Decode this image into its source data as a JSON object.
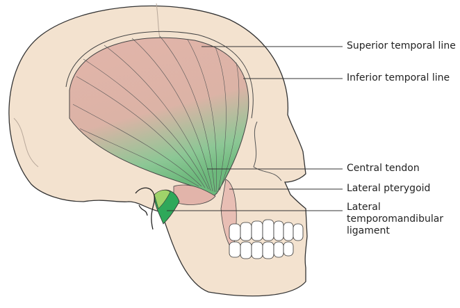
{
  "labels": {
    "superior_temporal_line": "Superior temporal line",
    "inferior_temporal_line": "Inferior temporal line",
    "central_tendon": "Central tendon",
    "lateral_pterygoid": "Lateral pterygoid",
    "ligament_line1": "Lateral",
    "ligament_line2": "temporomandibular",
    "ligament_line3": "ligament"
  },
  "colors": {
    "bone": "#f3e2cf",
    "muscle_pink": "#e2b4aa",
    "tendon_green": "#7fc08a",
    "ligament_green": "#2fa85a",
    "outline": "#333333"
  }
}
